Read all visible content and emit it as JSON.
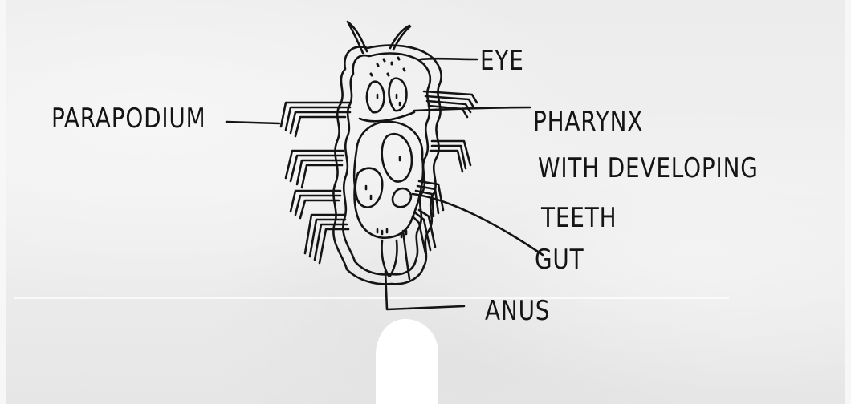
{
  "diagram": {
    "labels": {
      "eye": "EYE",
      "parapodium": "PARAPODIUM",
      "pharynx_line1": "PHARYNX",
      "pharynx_line2": "WITH DEVELOPING",
      "pharynx_line3": "TEETH",
      "gut": "GUT",
      "anus": "ANUS"
    }
  },
  "colors": {
    "ink": "#141414",
    "paper": "#ededed"
  }
}
